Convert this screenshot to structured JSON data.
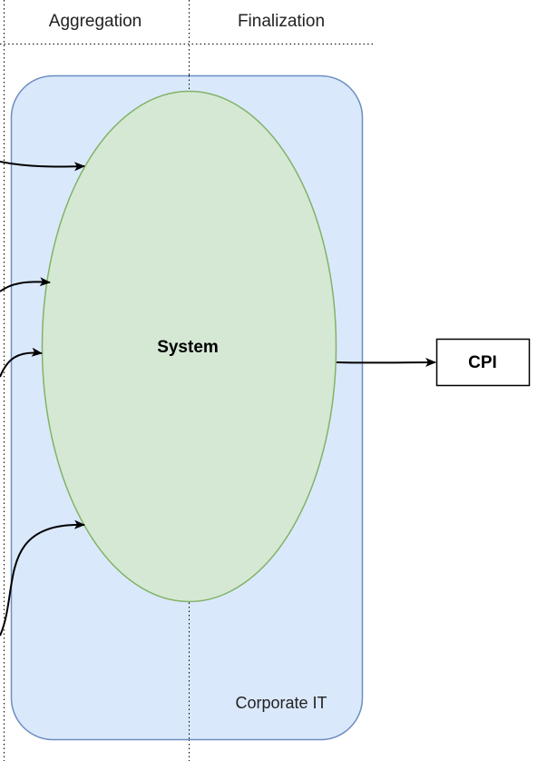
{
  "lanes": [
    {
      "label": "Aggregation"
    },
    {
      "label": "Finalization"
    }
  ],
  "container": {
    "label": "Corporate IT",
    "fill": "#dae8fc",
    "stroke": "#6c8ebf"
  },
  "system": {
    "label": "System",
    "fill": "#d5e8d4",
    "stroke": "#82b366"
  },
  "output": {
    "label": "CPI"
  }
}
